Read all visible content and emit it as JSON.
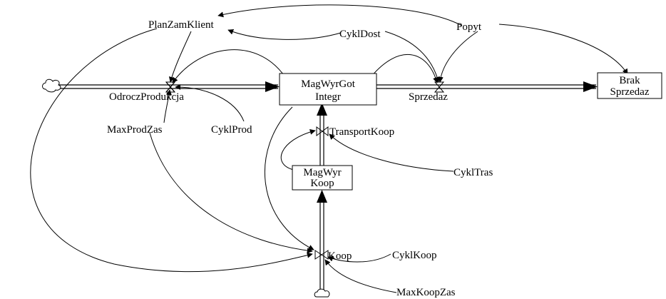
{
  "stocks": {
    "magwyrgot": {
      "line1": "MagWyrGot",
      "line2": "Integr"
    },
    "magwyrkoop": {
      "line1": "MagWyr",
      "line2": "Koop"
    },
    "brak": {
      "line1": "Brak",
      "line2": "Sprzedaz"
    }
  },
  "flows": {
    "odrocz": "OdroczProdukcja",
    "sprzedaz": "Sprzedaz",
    "transport": "TransportKoop",
    "koop": "Koop"
  },
  "variables": {
    "planzam": "PlanZamKlient",
    "cykldost": "CyklDost",
    "popyt": "Popyt",
    "maxprodzas": "MaxProdZas",
    "cyklprod": "CyklProd",
    "cykltras": "CyklTras",
    "cyklkoop": "CyklKoop",
    "maxkoopzas": "MaxKoopZas"
  }
}
